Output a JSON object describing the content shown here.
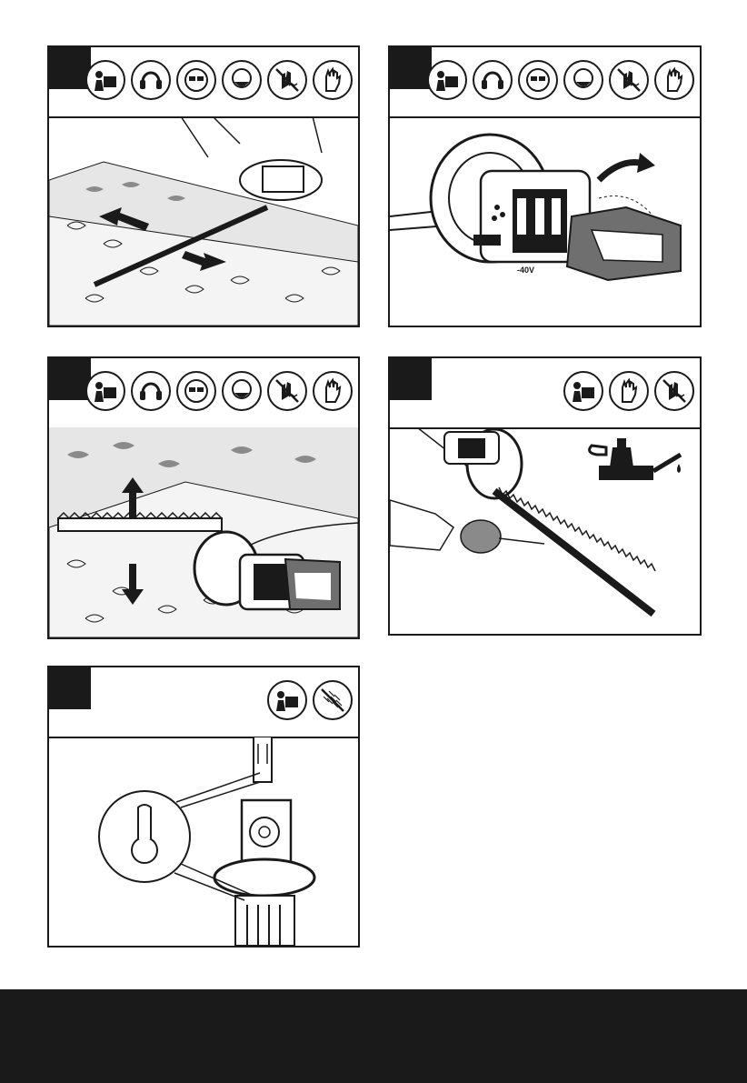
{
  "colors": {
    "ink": "#1a1a1a",
    "paper": "#ffffff",
    "leaf": "#e6e6e6",
    "leaf_dark": "#8a8a8a"
  },
  "panels": [
    {
      "id": "A",
      "icons": [
        "read-manual-icon",
        "ear-protection-icon",
        "eye-protection-icon",
        "dust-mask-icon",
        "no-hands-near-blade-icon",
        "wear-gloves-icon"
      ]
    },
    {
      "id": "B",
      "icons": [
        "read-manual-icon",
        "ear-protection-icon",
        "eye-protection-icon",
        "dust-mask-icon",
        "no-hands-near-blade-icon",
        "wear-gloves-icon"
      ],
      "label_tag": "-40V"
    },
    {
      "id": "C",
      "icons": [
        "read-manual-icon",
        "ear-protection-icon",
        "eye-protection-icon",
        "dust-mask-icon",
        "no-hands-near-blade-icon",
        "wear-gloves-icon"
      ]
    },
    {
      "id": "D",
      "icons": [
        "read-manual-icon",
        "wear-gloves-icon",
        "no-hands-near-blade-icon"
      ]
    },
    {
      "id": "E",
      "icons": [
        "read-manual-icon",
        "no-water-spray-icon"
      ]
    }
  ]
}
